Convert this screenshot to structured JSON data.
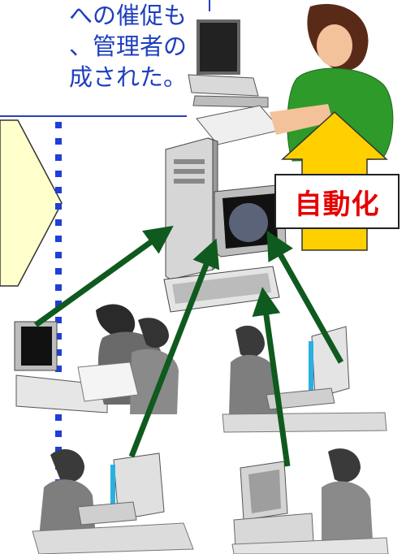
{
  "caption": {
    "lines": [
      "への催促も",
      "、管理者の",
      "成された。"
    ],
    "color": "#1f3fbf"
  },
  "automation": {
    "label": "自動化",
    "label_color": "#e60000",
    "arrow_color": "#ffd000"
  },
  "colors": {
    "dotted_divider": "#1f3fd6",
    "connection_arrows": "#0f5a1e",
    "chevron_fill": "#ffffcc"
  }
}
